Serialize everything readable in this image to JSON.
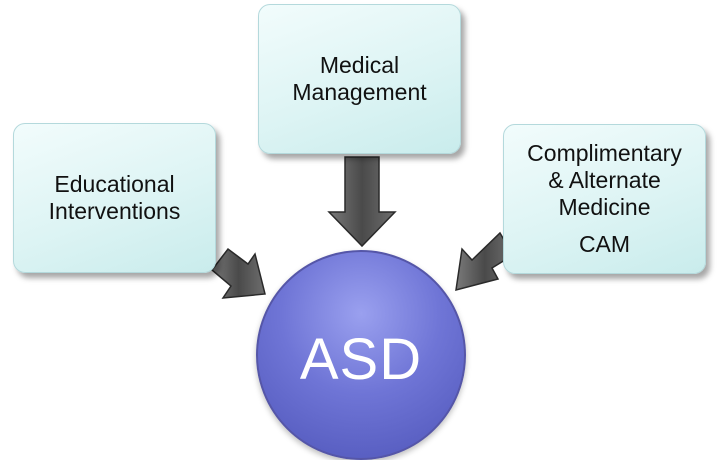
{
  "center": {
    "label": "ASD"
  },
  "nodes": {
    "educational": {
      "lines": [
        "Educational",
        "Interventions"
      ]
    },
    "medical": {
      "lines": [
        "Medical",
        "Management"
      ]
    },
    "cam": {
      "lines": [
        "Complimentary",
        "& Alternate",
        "Medicine"
      ],
      "abbrev": "CAM"
    }
  },
  "colors": {
    "box_fill": "#ddf4f4",
    "box_border": "#b4d9dc",
    "hub_fill": "#6f75d6",
    "hub_text": "#ffffff",
    "arrow_fill": "#555555"
  }
}
